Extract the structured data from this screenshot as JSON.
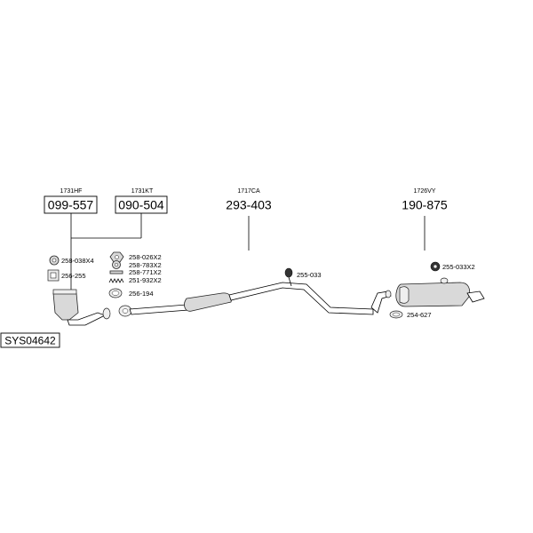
{
  "system_code": "SYS04642",
  "main_parts": [
    {
      "oem": "1731HF",
      "part_no": "099-557"
    },
    {
      "oem": "1731KT",
      "part_no": "090-504"
    },
    {
      "oem": "1717CA",
      "part_no": "293-403"
    },
    {
      "oem": "1726VY",
      "part_no": "190-875"
    }
  ],
  "accessories": {
    "left_1": "258-038X4",
    "left_2": "256-255",
    "mid_1": "258-026X2",
    "mid_2": "258-783X2",
    "mid_3": "258-771X2",
    "mid_4": "251-932X2",
    "mid_5": "256-194",
    "center": "255-033",
    "right_1": "255-033X2",
    "right_2": "254-627"
  }
}
